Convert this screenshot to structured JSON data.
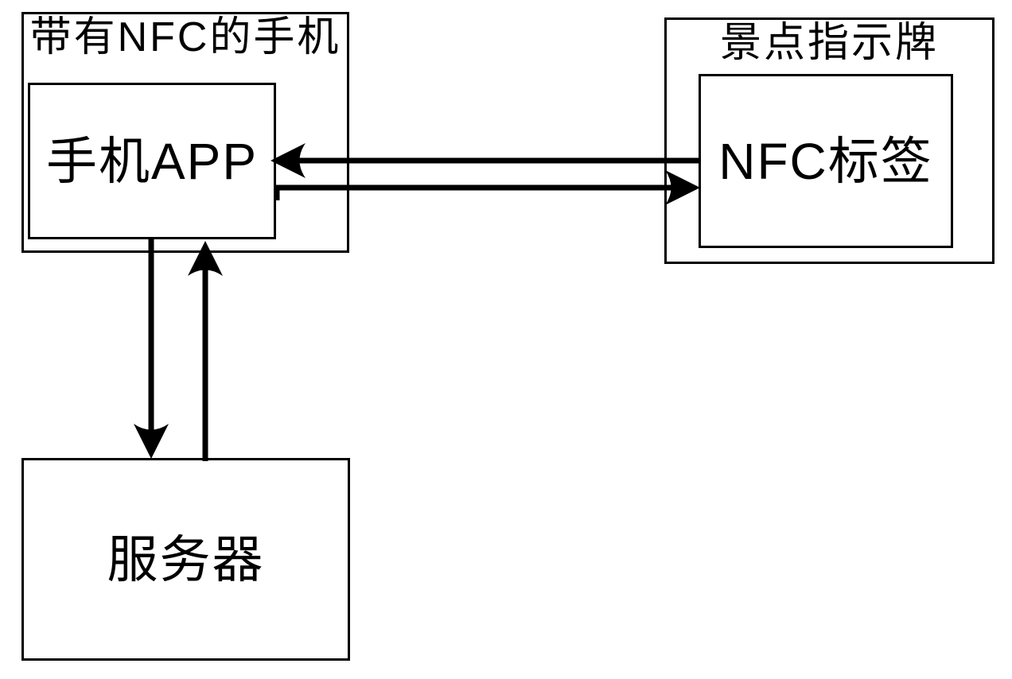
{
  "diagram": {
    "colors": {
      "line": "#000000",
      "background": "#ffffff"
    },
    "phone_group": {
      "title": "带有NFC的手机",
      "app_label": "手机APP"
    },
    "sign_group": {
      "title": "景点指示牌",
      "tag_label": "NFC标签"
    },
    "server": {
      "label": "服务器"
    },
    "edges": [
      {
        "from": "NFC标签",
        "to": "手机APP",
        "direction": "right-to-left"
      },
      {
        "from": "手机APP",
        "to": "NFC标签",
        "direction": "left-to-right"
      },
      {
        "from": "手机APP",
        "to": "服务器",
        "direction": "top-to-bottom"
      },
      {
        "from": "服务器",
        "to": "手机APP",
        "direction": "bottom-to-top"
      }
    ]
  }
}
